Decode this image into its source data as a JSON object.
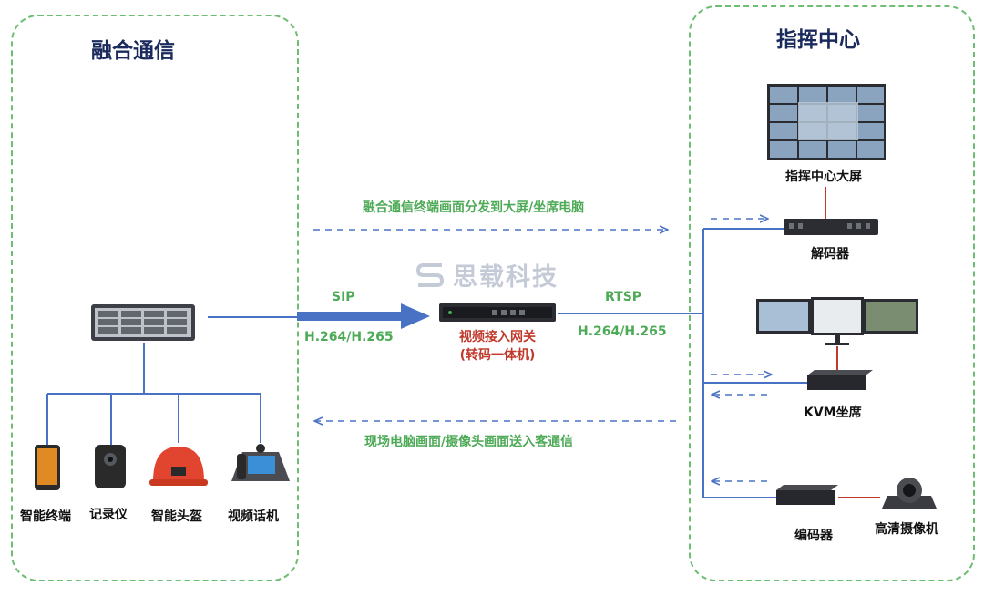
{
  "zones": {
    "left_title": "融合通信",
    "right_title": "指挥中心"
  },
  "flows": {
    "top_label": "融合通信终端画面分发到大屏/坐席电脑",
    "bottom_label": "现场电脑画面/摄像头画面送入客通信",
    "sip_label": "SIP",
    "codec_left": "H.264/H.265",
    "rtsp_label": "RTSP",
    "codec_right": "H.264/H.265"
  },
  "gateway": {
    "line1": "视频接入网关",
    "line2": "(转码一体机)"
  },
  "watermark": "思载科技",
  "devices": {
    "smart_terminal": "智能终端",
    "recorder": "记录仪",
    "smart_helmet": "智能头盔",
    "video_phone": "视频话机",
    "big_screen": "指挥中心大屏",
    "decoder": "解码器",
    "kvm": "KVM坐席",
    "encoder": "编码器",
    "hd_camera": "高清摄像机"
  },
  "colors": {
    "zone_border": "#6dbd72",
    "line_blue": "#4a72c4",
    "label_green": "#4daa56",
    "label_red": "#c0392b",
    "title_navy": "#1a2a5c"
  }
}
